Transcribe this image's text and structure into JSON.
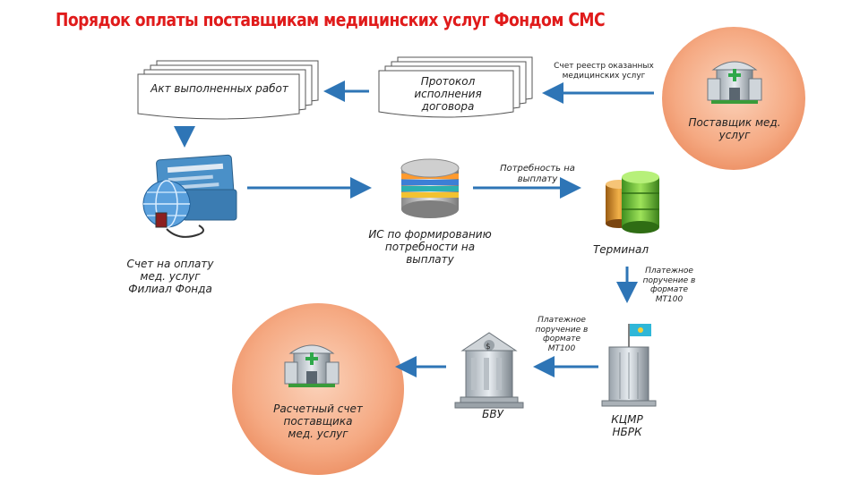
{
  "title": "Порядок оплаты поставщикам медицинских услуг Фондом СМС",
  "doc_act": "Акт выполненных работ",
  "doc_protocol": [
    "Протокол",
    "исполнения",
    "договора"
  ],
  "registry_note": [
    "Счет реестр оказанных",
    "медицинских услуг"
  ],
  "supplier": [
    "Поставщик мед.",
    "услуг"
  ],
  "need_payment": [
    "Потребность на",
    "выплату"
  ],
  "branch_invoice": [
    "Счет на оплату",
    "мед. услуг",
    "Филиал Фонда"
  ],
  "is_system": [
    "ИС по формированию",
    "потребности на",
    "выплату"
  ],
  "terminal": "Терминал",
  "payment_order_1": [
    "Платежное",
    "поручение в",
    "формате",
    "МТ100"
  ],
  "payment_order_2": [
    "Платежное",
    "поручение в",
    "формате",
    "МТ100"
  ],
  "settlement_account": [
    "Расчетный счет",
    "поставщика",
    "мед. услуг"
  ],
  "bvu": "БВУ",
  "kcmr": [
    "КЦМР",
    "НБРК"
  ],
  "colors": {
    "title": "#e01b1b",
    "arrow": "#2e75b6",
    "circle": "#f4a77e"
  },
  "icons": [
    "hospital-building-icon",
    "card-globe-icon",
    "database-server-icon",
    "terminal-servers-icon",
    "bank-icon",
    "tower-building-flag-icon"
  ]
}
